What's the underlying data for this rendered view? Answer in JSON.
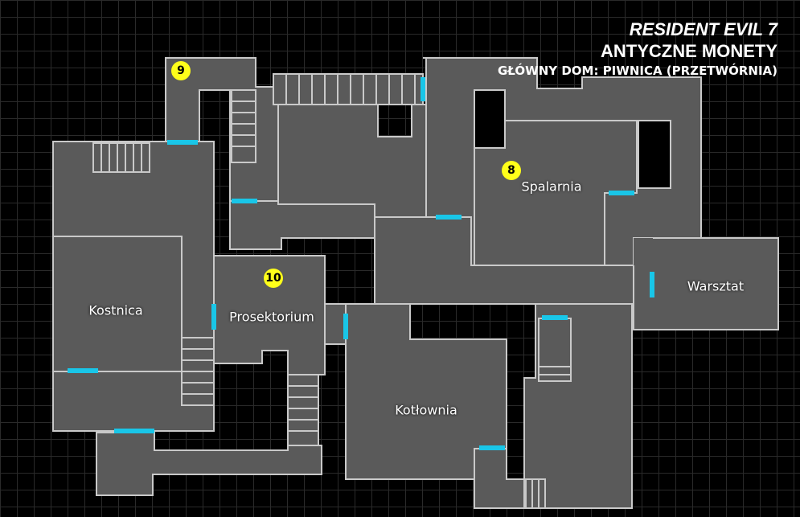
{
  "header": {
    "game": "RESIDENT EVIL 7",
    "subtitle": "ANTYCZNE MONETY",
    "location": "GŁÓWNY DOM: PIWNICA (PRZETWÓRNIA)"
  },
  "rooms": {
    "kostnica": "Kostnica",
    "prosektorium": "Prosektorium",
    "spalarnia": "Spalarnia",
    "warsztat": "Warsztat",
    "kotlownia": "Kotłownia"
  },
  "markers": {
    "m8": "8",
    "m9": "9",
    "m10": "10"
  },
  "colors": {
    "background": "#000000",
    "floor": "#5a5a5a",
    "wall": "#c9c9c9",
    "door": "#19c6e8",
    "marker": "#ffff1a"
  }
}
